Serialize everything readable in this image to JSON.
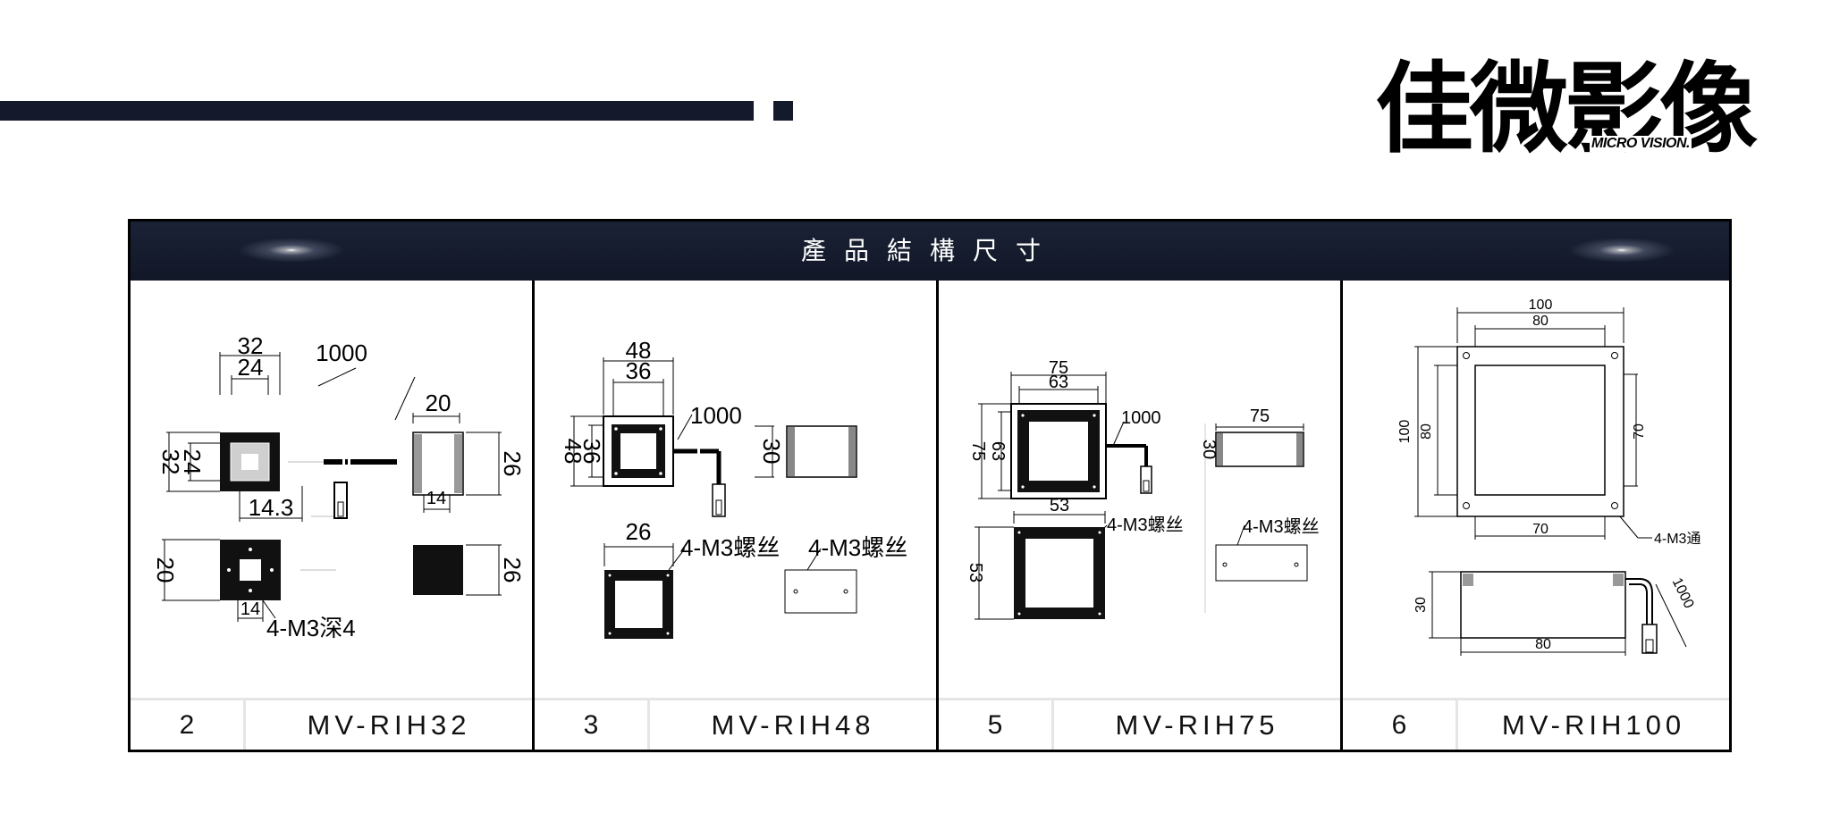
{
  "brand": {
    "name_cn": "佳微影像",
    "name_en": "MICRO VISION."
  },
  "section": {
    "title": "產品結構尺寸"
  },
  "products": [
    {
      "index": "2",
      "model": "MV-RIH32",
      "dims": {
        "outer": "32",
        "inner": "24",
        "side_outer": "32",
        "side_inner": "24",
        "cable": "1000",
        "height": "20",
        "height_side": "26",
        "inner_w": "14",
        "offset": "14.3",
        "base_h": "20",
        "base_w": "14",
        "screw": "4-M3深4",
        "back_h": "26"
      }
    },
    {
      "index": "3",
      "model": "MV-RIH48",
      "dims": {
        "outer": "48",
        "inner": "36",
        "side_outer": "48",
        "side_inner": "36",
        "cable": "1000",
        "height": "30",
        "base_w": "26",
        "screw_front": "4-M3螺丝",
        "screw_back": "4-M3螺丝"
      }
    },
    {
      "index": "5",
      "model": "MV-RIH75",
      "dims": {
        "outer": "75",
        "inner": "63",
        "side_outer": "75",
        "side_inner": "63",
        "cable": "1000",
        "height": "30",
        "side_w": "75",
        "base_w": "53",
        "base_h": "53",
        "screw_front": "4-M3螺丝",
        "screw_back": "4-M3螺丝"
      }
    },
    {
      "index": "6",
      "model": "MV-RIH100",
      "dims": {
        "outer": "100",
        "inner": "80",
        "side_outer": "100",
        "side_inner": "80",
        "right_h": "70",
        "hole_w": "70",
        "screw": "4-M3通",
        "height": "30",
        "bottom_w": "80",
        "cable": "1000"
      }
    }
  ]
}
